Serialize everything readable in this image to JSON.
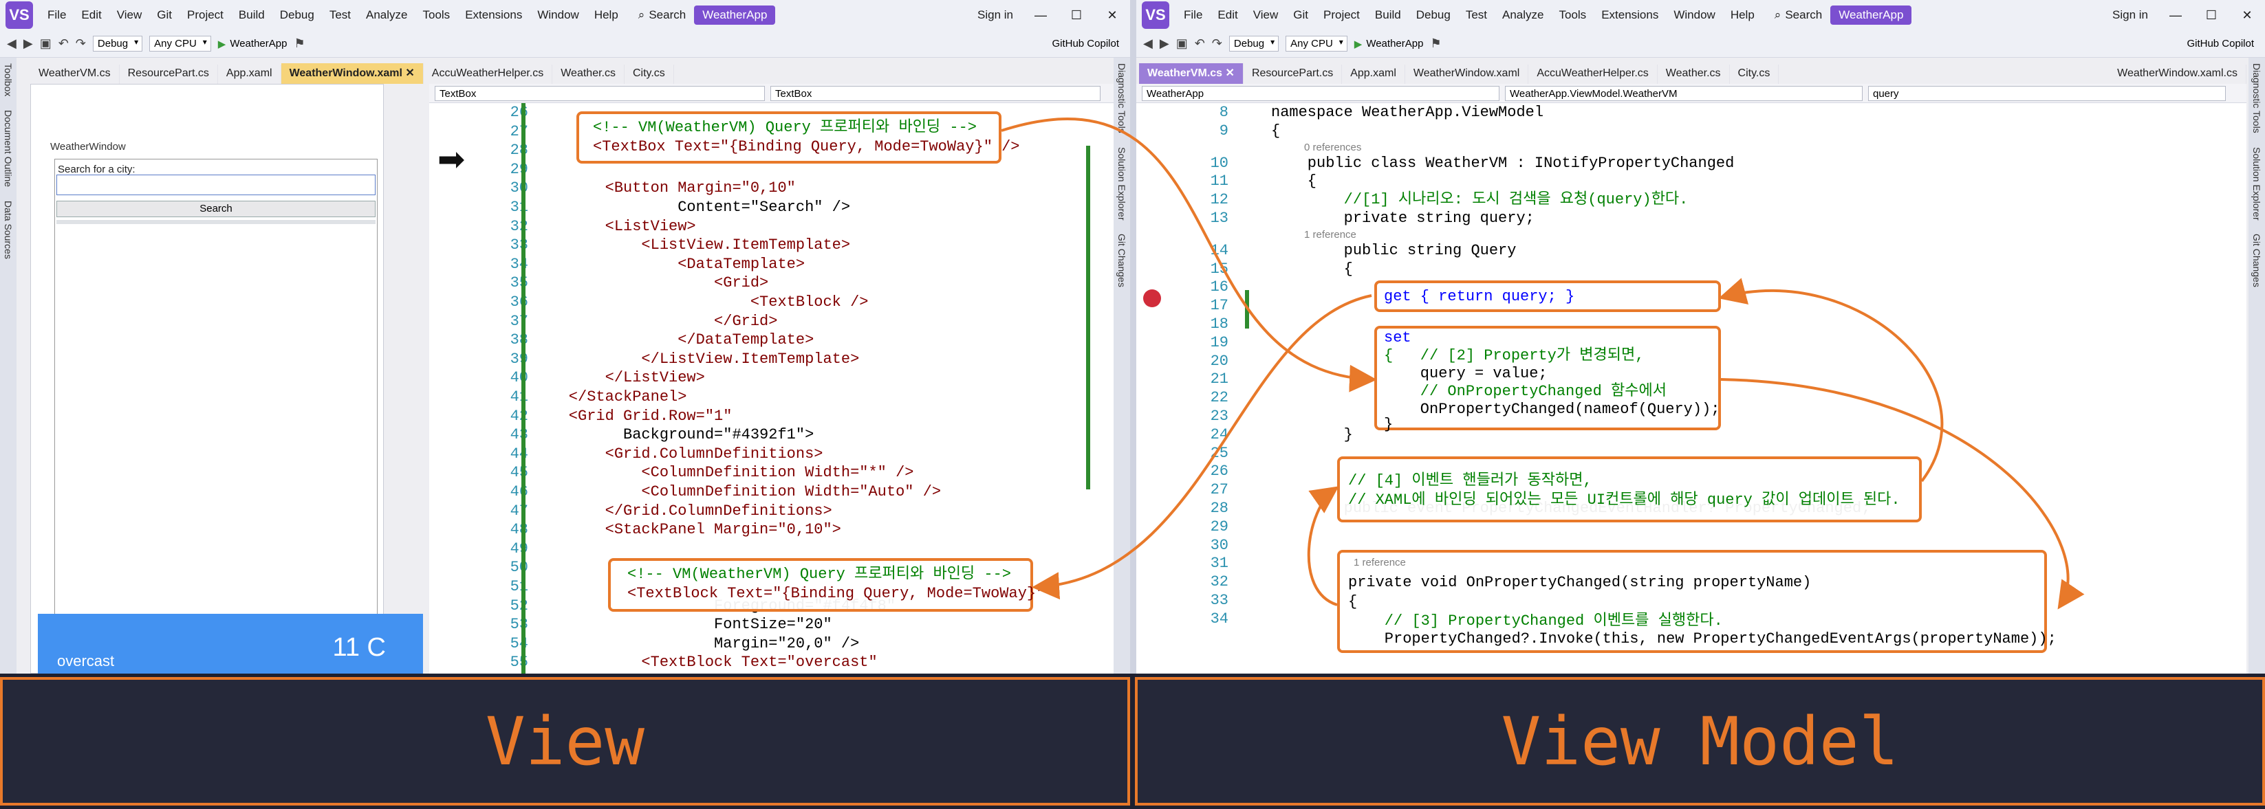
{
  "colors": {
    "accent": "#e8792a",
    "vs_purple": "#7b4fd0",
    "weather_bg": "#4392f1"
  },
  "menu": {
    "logo": "VS",
    "items": [
      "File",
      "Edit",
      "View",
      "Git",
      "Project",
      "Build",
      "Debug",
      "Test",
      "Analyze",
      "Tools",
      "Extensions",
      "Window",
      "Help"
    ],
    "search": "Search",
    "app": "WeatherApp",
    "signin": "Sign in",
    "min": "—",
    "max": "☐",
    "close": "✕"
  },
  "toolbar": {
    "config": "Debug",
    "platform": "Any CPU",
    "run": "WeatherApp",
    "copilot": "GitHub Copilot"
  },
  "left": {
    "tabs": [
      "WeatherVM.cs",
      "ResourcePart.cs",
      "App.xaml",
      "WeatherWindow.xaml",
      "AccuWeatherHelper.cs",
      "Weather.cs",
      "City.cs"
    ],
    "active_tab": "WeatherWindow.xaml",
    "side_left": [
      "Toolbox",
      "Document Outline",
      "Data Sources"
    ],
    "side_right": [
      "Diagnostic Tools",
      "Solution Explorer",
      "Git Changes"
    ],
    "nav": [
      "TextBox",
      "TextBox"
    ],
    "designer": {
      "window_title": "WeatherWindow",
      "label": "Search for a city:",
      "button": "Search",
      "condition": "overcast",
      "temperature": "11 C"
    },
    "lines": [
      {
        "n": "26",
        "t": ""
      },
      {
        "n": "27",
        "t": ""
      },
      {
        "n": "28",
        "t": ""
      },
      {
        "n": "29",
        "t": ""
      },
      {
        "n": "30",
        "t": "        <Button Margin=\"0,10\""
      },
      {
        "n": "31",
        "t": "                Content=\"Search\" />"
      },
      {
        "n": "32",
        "t": "        <ListView>"
      },
      {
        "n": "33",
        "t": "            <ListView.ItemTemplate>"
      },
      {
        "n": "34",
        "t": "                <DataTemplate>"
      },
      {
        "n": "35",
        "t": "                    <Grid>"
      },
      {
        "n": "36",
        "t": "                        <TextBlock />"
      },
      {
        "n": "37",
        "t": "                    </Grid>"
      },
      {
        "n": "38",
        "t": "                </DataTemplate>"
      },
      {
        "n": "39",
        "t": "            </ListView.ItemTemplate>"
      },
      {
        "n": "40",
        "t": "        </ListView>"
      },
      {
        "n": "41",
        "t": "    </StackPanel>"
      },
      {
        "n": "42",
        "t": "    <Grid Grid.Row=\"1\""
      },
      {
        "n": "43",
        "t": "          Background=\"#4392f1\">"
      },
      {
        "n": "44",
        "t": "        <Grid.ColumnDefinitions>"
      },
      {
        "n": "45",
        "t": "            <ColumnDefinition Width=\"*\" />"
      },
      {
        "n": "46",
        "t": "            <ColumnDefinition Width=\"Auto\" />"
      },
      {
        "n": "47",
        "t": "        </Grid.ColumnDefinitions>"
      },
      {
        "n": "48",
        "t": "        <StackPanel Margin=\"0,10\">"
      },
      {
        "n": "49",
        "t": ""
      },
      {
        "n": "50",
        "t": ""
      },
      {
        "n": "51",
        "t": ""
      },
      {
        "n": "52",
        "t": "                    Foreground=\"#f4f4f8\""
      },
      {
        "n": "53",
        "t": "                    FontSize=\"20\""
      },
      {
        "n": "54",
        "t": "                    Margin=\"20,0\" />"
      },
      {
        "n": "55",
        "t": "            <TextBlock Text=\"overcast\""
      }
    ],
    "box1": [
      "<!-- VM(WeatherVM) Query 프로퍼티와 바인딩 -->",
      "<TextBox Text=\"{Binding Query, Mode=TwoWay}\" />"
    ],
    "box2": [
      "<!-- VM(WeatherVM) Query 프로퍼티와 바인딩 -->",
      "<TextBlock Text=\"{Binding Query, Mode=TwoWay}\""
    ]
  },
  "right": {
    "tabs": [
      "WeatherVM.cs",
      "ResourcePart.cs",
      "App.xaml",
      "WeatherWindow.xaml",
      "AccuWeatherHelper.cs",
      "Weather.cs",
      "City.cs",
      "WeatherWindow.xaml.cs"
    ],
    "active_tab": "WeatherVM.cs",
    "side_right": [
      "Diagnostic Tools",
      "Solution Explorer",
      "Git Changes"
    ],
    "nav": [
      "WeatherApp",
      "WeatherApp.ViewModel.WeatherVM",
      "query"
    ],
    "lines": [
      {
        "n": "8",
        "t": "namespace WeatherApp.ViewModel"
      },
      {
        "n": "9",
        "t": "{"
      },
      {
        "n": "10",
        "t": "    public class WeatherVM : INotifyPropertyChanged",
        "ref": "0 references"
      },
      {
        "n": "11",
        "t": "    {"
      },
      {
        "n": "12",
        "t": "        //[1] 시나리오: 도시 검색을 요청(query)한다."
      },
      {
        "n": "13",
        "t": "        private string query;"
      },
      {
        "n": "14",
        "t": "        public string Query",
        "ref": "1 reference"
      },
      {
        "n": "15",
        "t": "        {"
      },
      {
        "n": "16",
        "t": ""
      },
      {
        "n": "17",
        "t": ""
      },
      {
        "n": "18",
        "t": ""
      },
      {
        "n": "19",
        "t": ""
      },
      {
        "n": "20",
        "t": ""
      },
      {
        "n": "21",
        "t": ""
      },
      {
        "n": "22",
        "t": ""
      },
      {
        "n": "23",
        "t": ""
      },
      {
        "n": "24",
        "t": "        }"
      },
      {
        "n": "25",
        "t": ""
      },
      {
        "n": "26",
        "t": ""
      },
      {
        "n": "27",
        "t": ""
      },
      {
        "n": "28",
        "t": "        public event PropertyChangedEventHandler? PropertyChanged;"
      },
      {
        "n": "29",
        "t": ""
      },
      {
        "n": "30",
        "t": ""
      },
      {
        "n": "31",
        "t": ""
      },
      {
        "n": "32",
        "t": ""
      },
      {
        "n": "33",
        "t": ""
      },
      {
        "n": "34",
        "t": ""
      }
    ],
    "box_get": [
      "get { return query; }"
    ],
    "box_set": [
      "set",
      "{   // [2] Property가 변경되면,",
      "    query = value;",
      "    // OnPropertyChanged 함수에서",
      "    OnPropertyChanged(nameof(Query));",
      "}"
    ],
    "box_event": [
      "// [4] 이벤트 핸들러가 동작하면,",
      "// XAML에 바인딩 되어있는 모든 UI컨트롤에 해당 query 값이 업데이트 된다."
    ],
    "box_method_ref": "1 reference",
    "box_method": [
      "private void OnPropertyChanged(string propertyName)",
      "{",
      "    // [3] PropertyChanged 이벤트를 실행한다.",
      "    PropertyChanged?.Invoke(this, new PropertyChangedEventArgs(propertyName));",
      "}"
    ]
  },
  "banners": {
    "view": "View",
    "vm": "View Model"
  }
}
